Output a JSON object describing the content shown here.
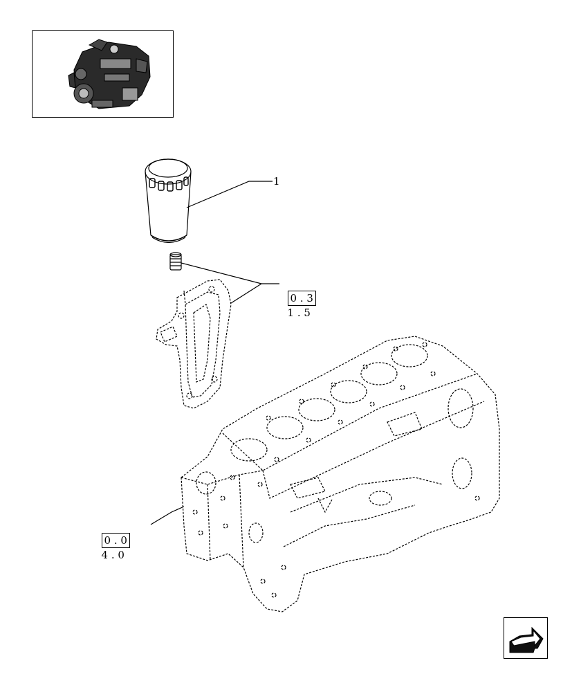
{
  "callouts": {
    "item_1": "1",
    "ref_a_boxed": "0 . 3",
    "ref_a_rest": "1 . 5",
    "ref_b_boxed": "0 . 0",
    "ref_b_rest": "4 . 0"
  },
  "icons": {
    "thumbnail": "engine-thumbnail-icon",
    "navigation": "previous-page-arrow-icon"
  }
}
